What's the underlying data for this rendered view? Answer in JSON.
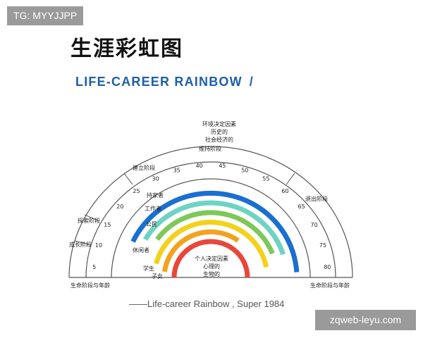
{
  "watermark_tag": "TG: MYYJJPP",
  "watermark_site": "zqweb-leyu.com",
  "title": "生涯彩虹图",
  "subtitle": "LIFE-CAREER RAINBOW",
  "subtitle_slash": "/",
  "caption": "——Life-career Rainbow , Super  1984",
  "diagram": {
    "top_label_lines": [
      "环境决定因素",
      "历史的",
      "社会经济的"
    ],
    "inner_label_lines": [
      "个人决定因素",
      "心理的",
      "生物的"
    ],
    "maintenance_label": "维持阶段",
    "establishment_label": "建立阶段",
    "exploration_label": "探索阶段",
    "growth_label": "成长阶段",
    "decline_label": "退出阶段",
    "axis_left_label": "生命阶段与年龄",
    "axis_right_label": "生命阶段与年龄",
    "ages": [
      "5",
      "10",
      "15",
      "20",
      "25",
      "30",
      "35",
      "40",
      "45",
      "50",
      "55",
      "60",
      "65",
      "70",
      "75",
      "80"
    ],
    "roles": [
      {
        "name": "持家者",
        "color": "#1a6fd0"
      },
      {
        "name": "工作者",
        "color": "#6fd3c3"
      },
      {
        "name": "公民",
        "color": "#7ec85a"
      },
      {
        "name": "休闲者",
        "color": "#f2d21b"
      },
      {
        "name": "学生",
        "color": "#f3a21f"
      },
      {
        "name": "子女",
        "color": "#e8473a"
      }
    ]
  }
}
